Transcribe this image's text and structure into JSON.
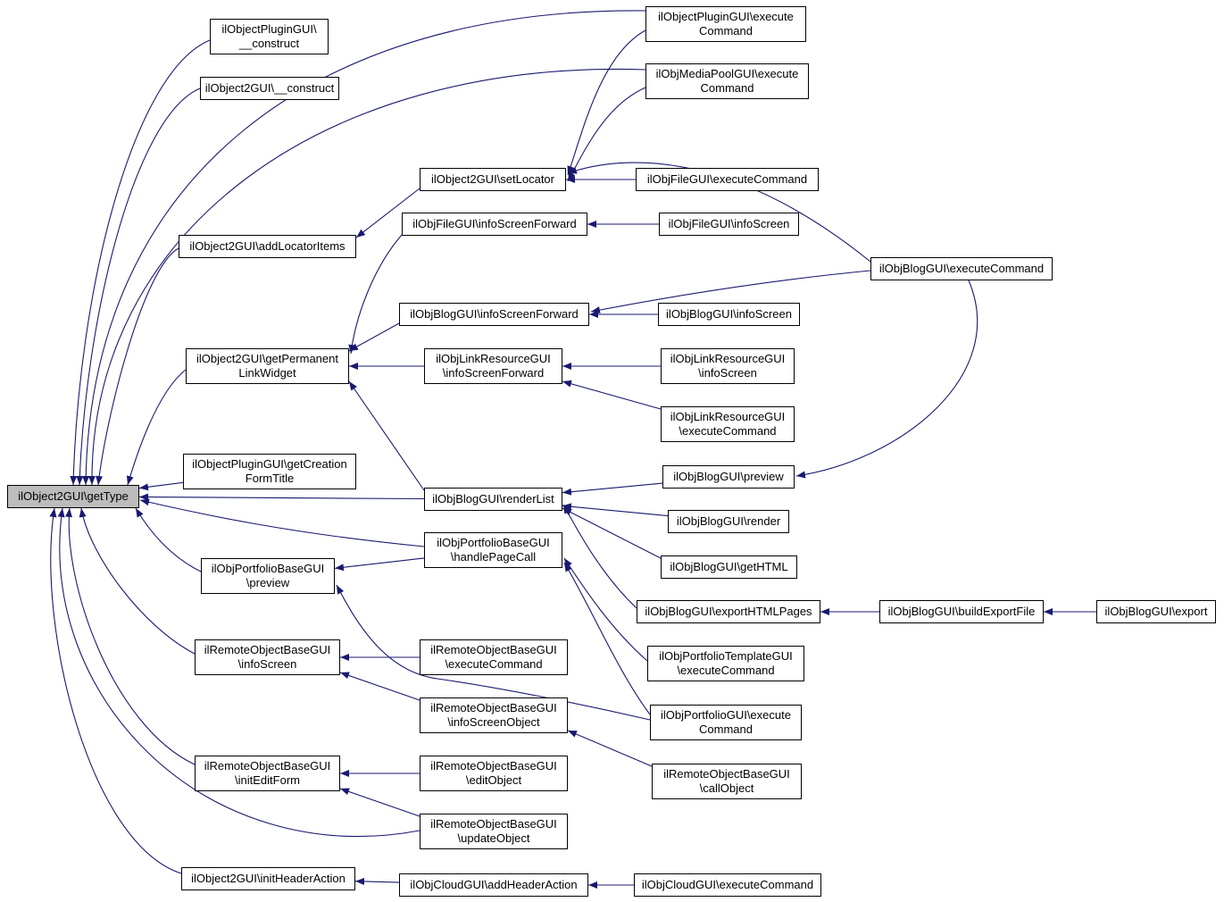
{
  "diagram": {
    "type": "caller-graph",
    "colors": {
      "edge": "#191970",
      "node_border": "#000000",
      "node_fill": "#ffffff",
      "highlight_fill": "#bcbcbc",
      "text": "#000000"
    },
    "nodes": [
      {
        "id": "getType",
        "label": "ilObject2GUI\\getType",
        "highlighted": true
      },
      {
        "id": "pluginConstruct",
        "label": "ilObjectPluginGUI\\\n__construct"
      },
      {
        "id": "obj2Construct",
        "label": "ilObject2GUI\\__construct"
      },
      {
        "id": "pluginExec",
        "label": "ilObjectPluginGUI\\execute\nCommand"
      },
      {
        "id": "mediaPoolExec",
        "label": "ilObjMediaPoolGUI\\execute\nCommand"
      },
      {
        "id": "setLocator",
        "label": "ilObject2GUI\\setLocator"
      },
      {
        "id": "fileExec",
        "label": "ilObjFileGUI\\executeCommand"
      },
      {
        "id": "fileISF",
        "label": "ilObjFileGUI\\infoScreenForward"
      },
      {
        "id": "fileIS",
        "label": "ilObjFileGUI\\infoScreen"
      },
      {
        "id": "addLocatorItems",
        "label": "ilObject2GUI\\addLocatorItems"
      },
      {
        "id": "blogExec",
        "label": "ilObjBlogGUI\\executeCommand"
      },
      {
        "id": "blogISF",
        "label": "ilObjBlogGUI\\infoScreenForward"
      },
      {
        "id": "blogIS",
        "label": "ilObjBlogGUI\\infoScreen"
      },
      {
        "id": "permWidget",
        "label": "ilObject2GUI\\getPermanent\nLinkWidget"
      },
      {
        "id": "linkISF",
        "label": "ilObjLinkResourceGUI\n\\infoScreenForward"
      },
      {
        "id": "linkIS",
        "label": "ilObjLinkResourceGUI\n\\infoScreen"
      },
      {
        "id": "linkExec",
        "label": "ilObjLinkResourceGUI\n\\executeCommand"
      },
      {
        "id": "creationFormTitle",
        "label": "ilObjectPluginGUI\\getCreation\nFormTitle"
      },
      {
        "id": "blogPreview",
        "label": "ilObjBlogGUI\\preview"
      },
      {
        "id": "renderList",
        "label": "ilObjBlogGUI\\renderList"
      },
      {
        "id": "blogRender",
        "label": "ilObjBlogGUI\\render"
      },
      {
        "id": "handlePageCall",
        "label": "ilObjPortfolioBaseGUI\n\\handlePageCall"
      },
      {
        "id": "blogGetHTML",
        "label": "ilObjBlogGUI\\getHTML"
      },
      {
        "id": "pfPreview",
        "label": "ilObjPortfolioBaseGUI\n\\preview"
      },
      {
        "id": "exportHTMLPages",
        "label": "ilObjBlogGUI\\exportHTMLPages"
      },
      {
        "id": "buildExportFile",
        "label": "ilObjBlogGUI\\buildExportFile"
      },
      {
        "id": "blogExport",
        "label": "ilObjBlogGUI\\export"
      },
      {
        "id": "pfTemplateExec",
        "label": "ilObjPortfolioTemplateGUI\n\\executeCommand"
      },
      {
        "id": "remoteIS",
        "label": "ilRemoteObjectBaseGUI\n\\infoScreen"
      },
      {
        "id": "remoteExec",
        "label": "ilRemoteObjectBaseGUI\n\\executeCommand"
      },
      {
        "id": "pfExec",
        "label": "ilObjPortfolioGUI\\execute\nCommand"
      },
      {
        "id": "remoteISObj",
        "label": "ilRemoteObjectBaseGUI\n\\infoScreenObject"
      },
      {
        "id": "remoteInitEdit",
        "label": "ilRemoteObjectBaseGUI\n\\initEditForm"
      },
      {
        "id": "remoteEditObj",
        "label": "ilRemoteObjectBaseGUI\n\\editObject"
      },
      {
        "id": "remoteCallObj",
        "label": "ilRemoteObjectBaseGUI\n\\callObject"
      },
      {
        "id": "remoteUpdateObj",
        "label": "ilRemoteObjectBaseGUI\n\\updateObject"
      },
      {
        "id": "initHeaderAction",
        "label": "ilObject2GUI\\initHeaderAction"
      },
      {
        "id": "cloudAddHeader",
        "label": "ilObjCloudGUI\\addHeaderAction"
      },
      {
        "id": "cloudExec",
        "label": "ilObjCloudGUI\\executeCommand"
      }
    ],
    "edges": [
      {
        "from": "pluginConstruct",
        "to": "getType"
      },
      {
        "from": "obj2Construct",
        "to": "getType"
      },
      {
        "from": "pluginExec",
        "to": "getType"
      },
      {
        "from": "mediaPoolExec",
        "to": "getType"
      },
      {
        "from": "addLocatorItems",
        "to": "getType"
      },
      {
        "from": "permWidget",
        "to": "getType"
      },
      {
        "from": "creationFormTitle",
        "to": "getType"
      },
      {
        "from": "renderList",
        "to": "getType"
      },
      {
        "from": "handlePageCall",
        "to": "getType"
      },
      {
        "from": "pfPreview",
        "to": "getType"
      },
      {
        "from": "remoteIS",
        "to": "getType"
      },
      {
        "from": "remoteInitEdit",
        "to": "getType"
      },
      {
        "from": "remoteUpdateObj",
        "to": "getType"
      },
      {
        "from": "initHeaderAction",
        "to": "getType"
      },
      {
        "from": "pluginExec",
        "to": "setLocator"
      },
      {
        "from": "mediaPoolExec",
        "to": "setLocator"
      },
      {
        "from": "fileExec",
        "to": "setLocator"
      },
      {
        "from": "blogExec",
        "to": "setLocator"
      },
      {
        "from": "setLocator",
        "to": "addLocatorItems"
      },
      {
        "from": "fileIS",
        "to": "fileISF"
      },
      {
        "from": "fileISF",
        "to": "permWidget"
      },
      {
        "from": "blogISF",
        "to": "permWidget"
      },
      {
        "from": "linkISF",
        "to": "permWidget"
      },
      {
        "from": "renderList",
        "to": "permWidget"
      },
      {
        "from": "blogIS",
        "to": "blogISF"
      },
      {
        "from": "blogExec",
        "to": "blogISF"
      },
      {
        "from": "linkIS",
        "to": "linkISF"
      },
      {
        "from": "linkExec",
        "to": "linkISF"
      },
      {
        "from": "blogExec",
        "to": "blogPreview"
      },
      {
        "from": "blogPreview",
        "to": "renderList"
      },
      {
        "from": "blogRender",
        "to": "renderList"
      },
      {
        "from": "blogGetHTML",
        "to": "renderList"
      },
      {
        "from": "exportHTMLPages",
        "to": "renderList"
      },
      {
        "from": "buildExportFile",
        "to": "exportHTMLPages"
      },
      {
        "from": "blogExport",
        "to": "buildExportFile"
      },
      {
        "from": "pfTemplateExec",
        "to": "handlePageCall"
      },
      {
        "from": "pfExec",
        "to": "handlePageCall"
      },
      {
        "from": "handlePageCall",
        "to": "pfPreview"
      },
      {
        "from": "pfExec",
        "to": "pfPreview"
      },
      {
        "from": "remoteExec",
        "to": "remoteIS"
      },
      {
        "from": "remoteISObj",
        "to": "remoteIS"
      },
      {
        "from": "remoteCallObj",
        "to": "remoteISObj"
      },
      {
        "from": "remoteEditObj",
        "to": "remoteInitEdit"
      },
      {
        "from": "remoteUpdateObj",
        "to": "remoteInitEdit"
      },
      {
        "from": "cloudAddHeader",
        "to": "initHeaderAction"
      },
      {
        "from": "cloudExec",
        "to": "cloudAddHeader"
      }
    ]
  }
}
